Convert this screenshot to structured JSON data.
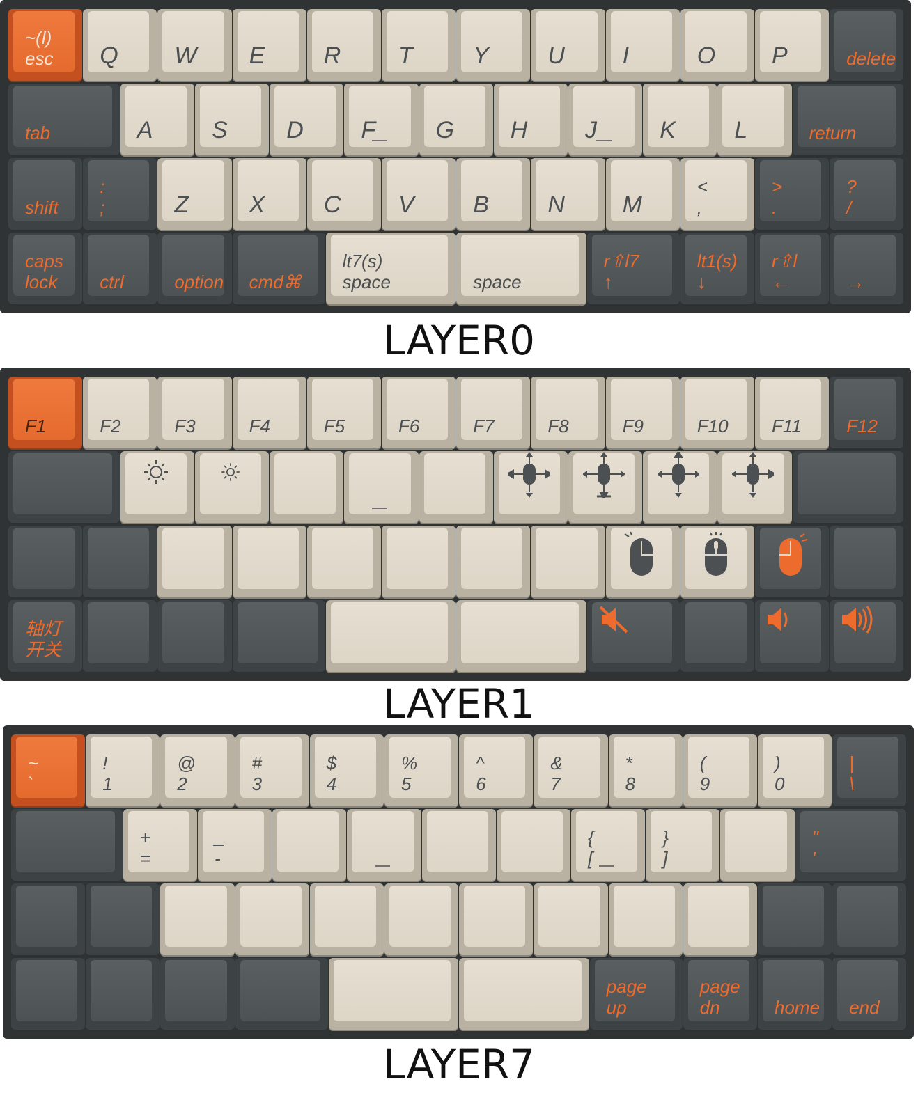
{
  "colors": {
    "board": "#2f3334",
    "alpha": "#ddd5c6",
    "modifier": "#4d5254",
    "accent": "#e56a2d",
    "legend_orange": "#ec6b2d",
    "legend_dark": "#4c5052"
  },
  "layers": [
    {
      "title": "LAYER0",
      "rows": [
        [
          {
            "w": 1,
            "t": "accent",
            "label": "~(l)\nesc",
            "lc": "light"
          },
          {
            "w": 1,
            "t": "alpha",
            "label": "Q",
            "size": "big"
          },
          {
            "w": 1,
            "t": "alpha",
            "label": "W",
            "size": "big"
          },
          {
            "w": 1,
            "t": "alpha",
            "label": "E",
            "size": "big"
          },
          {
            "w": 1,
            "t": "alpha",
            "label": "R",
            "size": "big"
          },
          {
            "w": 1,
            "t": "alpha",
            "label": "T",
            "size": "big"
          },
          {
            "w": 1,
            "t": "alpha",
            "label": "Y",
            "size": "big"
          },
          {
            "w": 1,
            "t": "alpha",
            "label": "U",
            "size": "big"
          },
          {
            "w": 1,
            "t": "alpha",
            "label": "I",
            "size": "big"
          },
          {
            "w": 1,
            "t": "alpha",
            "label": "O",
            "size": "big"
          },
          {
            "w": 1,
            "t": "alpha",
            "label": "P",
            "size": "big"
          },
          {
            "w": 1,
            "t": "mod",
            "label": "delete"
          }
        ],
        [
          {
            "w": 1.5,
            "t": "mod",
            "label": "tab"
          },
          {
            "w": 1,
            "t": "alpha",
            "label": "A",
            "size": "big"
          },
          {
            "w": 1,
            "t": "alpha",
            "label": "S",
            "size": "big"
          },
          {
            "w": 1,
            "t": "alpha",
            "label": "D",
            "size": "big"
          },
          {
            "w": 1,
            "t": "alpha",
            "label": "F",
            "size": "big",
            "home": true
          },
          {
            "w": 1,
            "t": "alpha",
            "label": "G",
            "size": "big"
          },
          {
            "w": 1,
            "t": "alpha",
            "label": "H",
            "size": "big"
          },
          {
            "w": 1,
            "t": "alpha",
            "label": "J",
            "size": "big",
            "home": true
          },
          {
            "w": 1,
            "t": "alpha",
            "label": "K",
            "size": "big"
          },
          {
            "w": 1,
            "t": "alpha",
            "label": "L",
            "size": "big"
          },
          {
            "w": 1.5,
            "t": "mod",
            "label": "return"
          }
        ],
        [
          {
            "w": 1,
            "t": "mod",
            "label": "shift"
          },
          {
            "w": 1,
            "t": "mod",
            "label": ":\n;"
          },
          {
            "w": 1,
            "t": "alpha",
            "label": "Z",
            "size": "big"
          },
          {
            "w": 1,
            "t": "alpha",
            "label": "X",
            "size": "big"
          },
          {
            "w": 1,
            "t": "alpha",
            "label": "C",
            "size": "big"
          },
          {
            "w": 1,
            "t": "alpha",
            "label": "V",
            "size": "big"
          },
          {
            "w": 1,
            "t": "alpha",
            "label": "B",
            "size": "big"
          },
          {
            "w": 1,
            "t": "alpha",
            "label": "N",
            "size": "big"
          },
          {
            "w": 1,
            "t": "alpha",
            "label": "M",
            "size": "big"
          },
          {
            "w": 1,
            "t": "alpha",
            "label": "<\n,"
          },
          {
            "w": 1,
            "t": "mod",
            "label": ">\n."
          },
          {
            "w": 1,
            "t": "mod",
            "label": "?\n/"
          }
        ],
        [
          {
            "w": 1,
            "t": "mod",
            "label": "caps\nlock"
          },
          {
            "w": 1,
            "t": "mod",
            "label": "ctrl"
          },
          {
            "w": 1,
            "t": "mod",
            "label": "option"
          },
          {
            "w": 1.25,
            "t": "mod",
            "label": "cmd⌘"
          },
          {
            "w": 1.75,
            "t": "alpha",
            "label": "lt7(s)\nspace"
          },
          {
            "w": 1.75,
            "t": "alpha",
            "label": "space"
          },
          {
            "w": 1.25,
            "t": "mod",
            "label": "r⇧l7\n↑"
          },
          {
            "w": 1,
            "t": "mod",
            "label": "lt1(s)\n↓"
          },
          {
            "w": 1,
            "t": "mod",
            "label": "r⇧l\n←"
          },
          {
            "w": 1,
            "t": "mod",
            "label": "→"
          }
        ]
      ]
    },
    {
      "title": "LAYER1",
      "rows": [
        [
          {
            "w": 1,
            "t": "accent",
            "label": "F1",
            "lc": "dark"
          },
          {
            "w": 1,
            "t": "alpha",
            "label": "F2"
          },
          {
            "w": 1,
            "t": "alpha",
            "label": "F3"
          },
          {
            "w": 1,
            "t": "alpha",
            "label": "F4"
          },
          {
            "w": 1,
            "t": "alpha",
            "label": "F5"
          },
          {
            "w": 1,
            "t": "alpha",
            "label": "F6"
          },
          {
            "w": 1,
            "t": "alpha",
            "label": "F7"
          },
          {
            "w": 1,
            "t": "alpha",
            "label": "F8"
          },
          {
            "w": 1,
            "t": "alpha",
            "label": "F9"
          },
          {
            "w": 1,
            "t": "alpha",
            "label": "F10"
          },
          {
            "w": 1,
            "t": "alpha",
            "label": "F11"
          },
          {
            "w": 1,
            "t": "mod",
            "label": "F12"
          }
        ],
        [
          {
            "w": 1.5,
            "t": "mod",
            "label": ""
          },
          {
            "w": 1,
            "t": "alpha",
            "label": "",
            "icon": "sun-large-icon"
          },
          {
            "w": 1,
            "t": "alpha",
            "label": "",
            "icon": "sun-small-icon"
          },
          {
            "w": 1,
            "t": "alpha",
            "label": ""
          },
          {
            "w": 1,
            "t": "alpha",
            "label": "",
            "home": true
          },
          {
            "w": 1,
            "t": "alpha",
            "label": ""
          },
          {
            "w": 1,
            "t": "alpha",
            "label": "",
            "icon": "mouse-move-left-right-icon"
          },
          {
            "w": 1,
            "t": "alpha",
            "label": "",
            "icon": "mouse-move-down-icon"
          },
          {
            "w": 1,
            "t": "alpha",
            "label": "",
            "icon": "mouse-move-up-icon"
          },
          {
            "w": 1,
            "t": "alpha",
            "label": "",
            "icon": "mouse-move-right-icon"
          },
          {
            "w": 1.5,
            "t": "mod",
            "label": ""
          }
        ],
        [
          {
            "w": 1,
            "t": "mod",
            "label": ""
          },
          {
            "w": 1,
            "t": "mod",
            "label": ""
          },
          {
            "w": 1,
            "t": "alpha",
            "label": ""
          },
          {
            "w": 1,
            "t": "alpha",
            "label": ""
          },
          {
            "w": 1,
            "t": "alpha",
            "label": ""
          },
          {
            "w": 1,
            "t": "alpha",
            "label": ""
          },
          {
            "w": 1,
            "t": "alpha",
            "label": ""
          },
          {
            "w": 1,
            "t": "alpha",
            "label": ""
          },
          {
            "w": 1,
            "t": "alpha",
            "label": "",
            "icon": "mouse-left-click-icon"
          },
          {
            "w": 1,
            "t": "alpha",
            "label": "",
            "icon": "mouse-middle-click-icon"
          },
          {
            "w": 1,
            "t": "mod",
            "label": "",
            "icon": "mouse-right-click-icon"
          },
          {
            "w": 1,
            "t": "mod",
            "label": ""
          }
        ],
        [
          {
            "w": 1,
            "t": "mod",
            "label": "轴灯\n开关"
          },
          {
            "w": 1,
            "t": "mod",
            "label": ""
          },
          {
            "w": 1,
            "t": "mod",
            "label": ""
          },
          {
            "w": 1.25,
            "t": "mod",
            "label": ""
          },
          {
            "w": 1.75,
            "t": "alpha",
            "label": ""
          },
          {
            "w": 1.75,
            "t": "alpha",
            "label": ""
          },
          {
            "w": 1.25,
            "t": "mod",
            "label": "",
            "icon": "mute-icon"
          },
          {
            "w": 1,
            "t": "mod",
            "label": ""
          },
          {
            "w": 1,
            "t": "mod",
            "label": "",
            "icon": "volume-down-icon"
          },
          {
            "w": 1,
            "t": "mod",
            "label": "",
            "icon": "volume-up-icon"
          }
        ]
      ]
    },
    {
      "title": "LAYER7",
      "rows": [
        [
          {
            "w": 1,
            "t": "accent",
            "label": "~\n`",
            "lc": "light"
          },
          {
            "w": 1,
            "t": "alpha",
            "label": "!\n1"
          },
          {
            "w": 1,
            "t": "alpha",
            "label": "@\n2"
          },
          {
            "w": 1,
            "t": "alpha",
            "label": "#\n3"
          },
          {
            "w": 1,
            "t": "alpha",
            "label": "$\n4"
          },
          {
            "w": 1,
            "t": "alpha",
            "label": "%\n5"
          },
          {
            "w": 1,
            "t": "alpha",
            "label": "^\n6"
          },
          {
            "w": 1,
            "t": "alpha",
            "label": "&\n7"
          },
          {
            "w": 1,
            "t": "alpha",
            "label": "*\n8"
          },
          {
            "w": 1,
            "t": "alpha",
            "label": "(\n9"
          },
          {
            "w": 1,
            "t": "alpha",
            "label": ")\n0"
          },
          {
            "w": 1,
            "t": "mod",
            "label": "|\n\\"
          }
        ],
        [
          {
            "w": 1.5,
            "t": "mod",
            "label": ""
          },
          {
            "w": 1,
            "t": "alpha",
            "label": "+\n="
          },
          {
            "w": 1,
            "t": "alpha",
            "label": "_\n-"
          },
          {
            "w": 1,
            "t": "alpha",
            "label": ""
          },
          {
            "w": 1,
            "t": "alpha",
            "label": "",
            "home": true
          },
          {
            "w": 1,
            "t": "alpha",
            "label": ""
          },
          {
            "w": 1,
            "t": "alpha",
            "label": ""
          },
          {
            "w": 1,
            "t": "alpha",
            "label": "{\n[",
            "home": true
          },
          {
            "w": 1,
            "t": "alpha",
            "label": "}\n]"
          },
          {
            "w": 1,
            "t": "alpha",
            "label": ""
          },
          {
            "w": 1.5,
            "t": "mod",
            "label": "\"\n'"
          }
        ],
        [
          {
            "w": 1,
            "t": "mod",
            "label": ""
          },
          {
            "w": 1,
            "t": "mod",
            "label": ""
          },
          {
            "w": 1,
            "t": "alpha",
            "label": ""
          },
          {
            "w": 1,
            "t": "alpha",
            "label": ""
          },
          {
            "w": 1,
            "t": "alpha",
            "label": ""
          },
          {
            "w": 1,
            "t": "alpha",
            "label": ""
          },
          {
            "w": 1,
            "t": "alpha",
            "label": ""
          },
          {
            "w": 1,
            "t": "alpha",
            "label": ""
          },
          {
            "w": 1,
            "t": "alpha",
            "label": ""
          },
          {
            "w": 1,
            "t": "alpha",
            "label": ""
          },
          {
            "w": 1,
            "t": "mod",
            "label": ""
          },
          {
            "w": 1,
            "t": "mod",
            "label": ""
          }
        ],
        [
          {
            "w": 1,
            "t": "mod",
            "label": ""
          },
          {
            "w": 1,
            "t": "mod",
            "label": ""
          },
          {
            "w": 1,
            "t": "mod",
            "label": ""
          },
          {
            "w": 1.25,
            "t": "mod",
            "label": ""
          },
          {
            "w": 1.75,
            "t": "alpha",
            "label": ""
          },
          {
            "w": 1.75,
            "t": "alpha",
            "label": ""
          },
          {
            "w": 1.25,
            "t": "mod",
            "label": "page\nup"
          },
          {
            "w": 1,
            "t": "mod",
            "label": "page\ndn"
          },
          {
            "w": 1,
            "t": "mod",
            "label": "home"
          },
          {
            "w": 1,
            "t": "mod",
            "label": "end"
          }
        ]
      ]
    }
  ]
}
